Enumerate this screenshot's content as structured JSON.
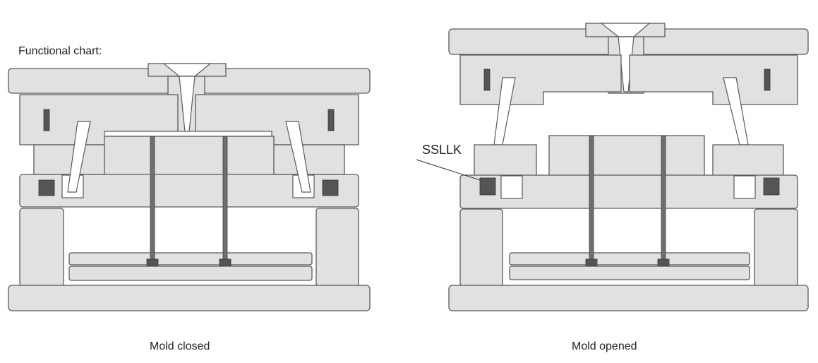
{
  "heading": "Functional chart:",
  "callout": "SSLLK",
  "captions": {
    "closed": "Mold closed",
    "opened": "Mold opened"
  },
  "colors": {
    "plate_fill": "#e1e1df",
    "outline": "#5a5a5a"
  }
}
